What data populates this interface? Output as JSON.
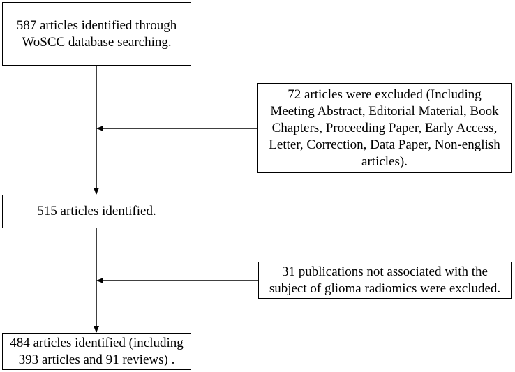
{
  "flow": {
    "box1": "587 articles identified through\nWoSCC database searching.",
    "exclusion1": "72 articles were excluded (Including\nMeeting Abstract, Editorial Material, Book\nChapters, Proceeding Paper, Early Access,\nLetter, Correction, Data Paper, Non-english\narticles).",
    "box2": "515 articles identified.",
    "exclusion2": "31 publications not associated with the\nsubject of glioma radiomics  were excluded.",
    "box3": "484 articles identified (including\n393 articles and 91 reviews) ."
  }
}
